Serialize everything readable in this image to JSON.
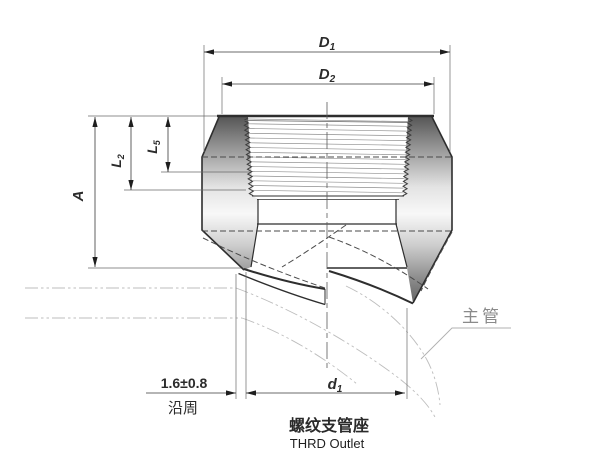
{
  "drawing": {
    "title": {
      "cn": "螺纹支管座",
      "en": "THRD Outlet"
    },
    "labels": {
      "D1": {
        "main": "D",
        "sub": "1"
      },
      "D2": {
        "main": "D",
        "sub": "2"
      },
      "L2": {
        "main": "L",
        "sub": "2"
      },
      "L5": {
        "main": "L",
        "sub": "5"
      },
      "A": {
        "main": "A",
        "sub": ""
      },
      "d1": {
        "main": "d",
        "sub": "1"
      },
      "gap": {
        "value": "1.6±0.8",
        "note": "沿周"
      },
      "main_pipe": "主管"
    },
    "colors": {
      "outline": "#2e2e2e",
      "dimension": "#3a3a3a",
      "hidden_line": "#4a4a4a",
      "pipe_centerline": "#bdbdbd",
      "metal_dark": "#4f4f4f",
      "metal_light": "#f8f8f8",
      "label_gray": "#8a8a8a",
      "background": "#ffffff"
    }
  }
}
